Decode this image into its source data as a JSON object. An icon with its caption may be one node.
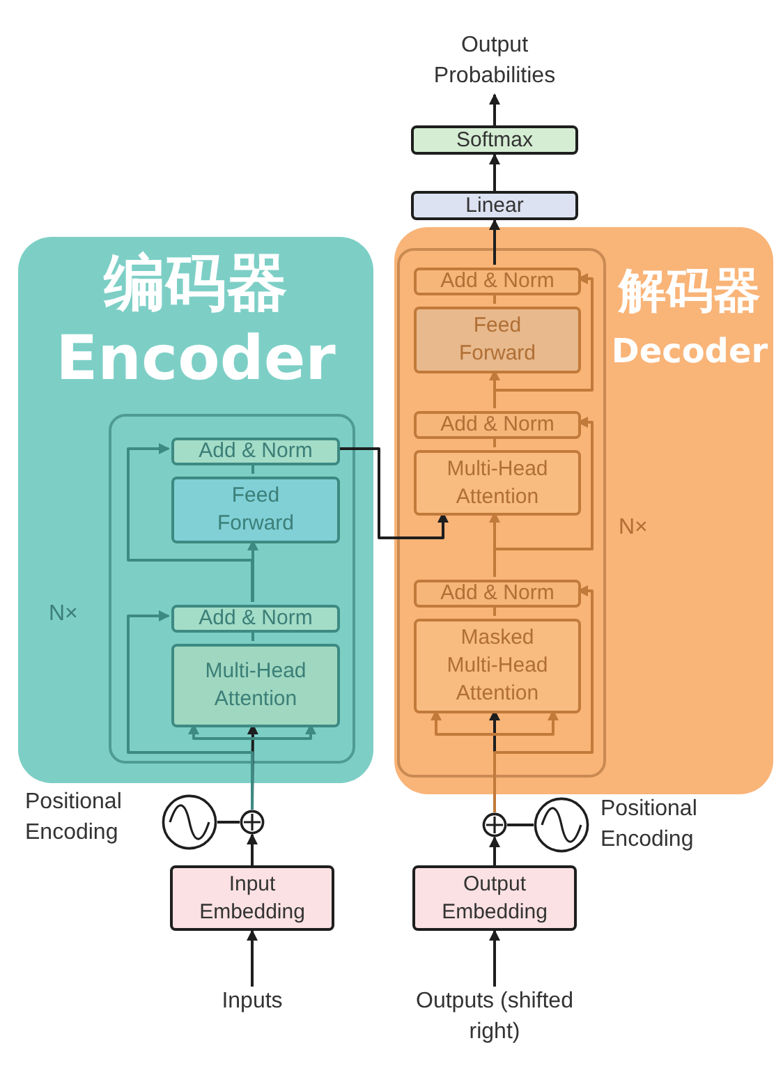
{
  "diagram": {
    "nodes": [
      {
        "text": [
          "Output Probabilities"
        ]
      },
      {
        "text": [
          "Softmax"
        ]
      },
      {
        "text": [
          "Linear"
        ]
      },
      {
        "text": [
          "解码器",
          "Decoder"
        ]
      },
      {
        "text": [],
        "shape": "box",
        "in": 3,
        "beside": [
          "N×"
        ]
      },
      {
        "text": [
          "Add & Norm"
        ],
        "in": 4
      },
      {
        "text": [
          "Feed Forward"
        ],
        "in": 4
      },
      {
        "text": [
          "Add & Norm"
        ],
        "in": 4
      },
      {
        "text": [
          "Multi-Head Attention"
        ],
        "in": 4
      },
      {
        "text": [
          "Add & Norm"
        ],
        "in": 4
      },
      {
        "text": [
          "Masked Multi-Head Attention"
        ],
        "in": 4
      },
      {
        "text": [
          "编码器",
          "Encoder"
        ]
      },
      {
        "text": [],
        "shape": "box",
        "in": 11,
        "beside": [
          "N×"
        ]
      },
      {
        "text": [
          "Add & Norm"
        ],
        "in": 12
      },
      {
        "text": [
          "Feed Forward"
        ],
        "in": 12
      },
      {
        "text": [
          "Add & Norm"
        ],
        "in": 12
      },
      {
        "text": [
          "Multi-Head Attention"
        ],
        "in": 12
      },
      {
        "text": [],
        "shape": "circle"
      },
      {
        "text": [],
        "shape": "circle",
        "beside": [
          "Positional Encoding"
        ]
      },
      {
        "text": [
          "Input Embedding"
        ]
      },
      {
        "text": [
          "Inputs"
        ]
      },
      {
        "text": [],
        "shape": "circle"
      },
      {
        "text": [],
        "shape": "circle",
        "beside": [
          "Positional Encoding"
        ]
      },
      {
        "text": [
          "Output Embedding"
        ]
      },
      {
        "text": [
          "Outputs (shifted right)"
        ]
      }
    ],
    "edges": [
      {
        "from": 2,
        "to": 1,
        "arrow": "to"
      },
      {
        "from": 1,
        "to": 0,
        "arrow": "to"
      },
      {
        "from": 5,
        "to": 2,
        "arrow": "to"
      },
      {
        "from": 6,
        "to": 5,
        "arrow": "none",
        "color": "#c27a3a"
      },
      {
        "from": 7,
        "to": 6,
        "arrow": "to",
        "color": "#c27a3a"
      },
      {
        "from": 7,
        "to": 5,
        "arrow": "to",
        "color": "#c27a3a"
      },
      {
        "from": 8,
        "to": 7,
        "arrow": "none",
        "color": "#c27a3a"
      },
      {
        "from": 9,
        "to": 8,
        "arrow": "to",
        "color": "#c27a3a"
      },
      {
        "from": 9,
        "to": 7,
        "arrow": "to",
        "color": "#c27a3a"
      },
      {
        "from": 10,
        "to": 9,
        "arrow": "none",
        "color": "#c27a3a"
      },
      {
        "from": 21,
        "to": 10,
        "arrow": "to"
      },
      {
        "from": 21,
        "to": 9,
        "arrow": "to",
        "color": "#c27a3a"
      },
      {
        "from": 14,
        "to": 13,
        "arrow": "none",
        "color": "#3d8a82"
      },
      {
        "from": 15,
        "to": 14,
        "arrow": "to",
        "color": "#3d8a82"
      },
      {
        "from": 15,
        "to": 13,
        "arrow": "to",
        "color": "#3d8a82"
      },
      {
        "from": 16,
        "to": 15,
        "arrow": "none",
        "color": "#3d8a82"
      },
      {
        "from": 17,
        "to": 16,
        "arrow": "to"
      },
      {
        "from": 17,
        "to": 15,
        "arrow": "to",
        "color": "#3d8a82"
      },
      {
        "from": 13,
        "to": 8,
        "arrow": "to"
      },
      {
        "from": 19,
        "to": 17,
        "arrow": "to"
      },
      {
        "from": 18,
        "to": 17,
        "arrow": "none"
      },
      {
        "from": 20,
        "to": 19,
        "arrow": "to"
      },
      {
        "from": 23,
        "to": 21,
        "arrow": "to"
      },
      {
        "from": 22,
        "to": 21,
        "arrow": "none"
      },
      {
        "from": 24,
        "to": 23,
        "arrow": "to"
      }
    ]
  }
}
